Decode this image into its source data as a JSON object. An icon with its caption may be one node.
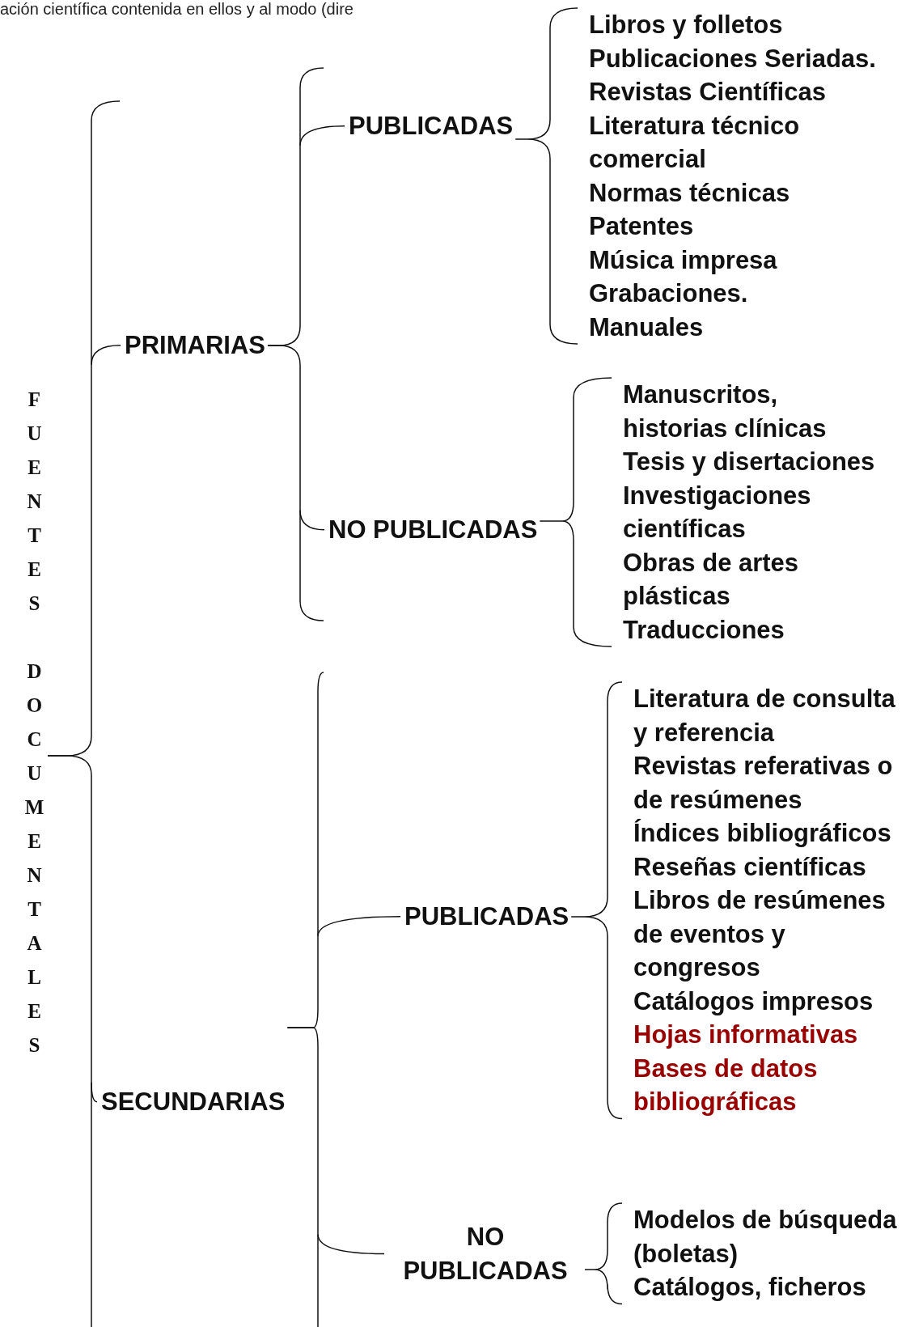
{
  "diagram": {
    "nodes": [
      {
        "text": [
          "FUENTES DOCUMENTALES"
        ]
      },
      {
        "text": [
          "PRIMARIAS"
        ]
      },
      {
        "text": [
          "PUBLICADAS"
        ]
      },
      {
        "text": [
          "Libros y folletos",
          "Publicaciones Seriadas.",
          "Revistas Científicas",
          "Literatura técnico comercial",
          "Normas técnicas",
          "Patentes",
          "Música impresa",
          "Grabaciones.",
          "Manuales"
        ]
      },
      {
        "text": [
          "NO PUBLICADAS"
        ]
      },
      {
        "text": [
          "Manuscritos, historias clínicas",
          "Tesis y disertaciones",
          "Investigaciones científicas",
          "Obras de artes plásticas",
          "Traducciones"
        ]
      },
      {
        "text": [
          "SECUNDARIAS"
        ]
      },
      {
        "text": [
          "PUBLICADAS"
        ]
      },
      {
        "text": [
          "Literatura de consulta y referencia",
          "Revistas referativas o de resúmenes",
          "Índices bibliográficos",
          "Reseñas científicas",
          "Libros de resúmenes de eventos y congresos",
          "Catálogos impresos",
          "Hojas informativas",
          "Bases de datos bibliográficas"
        ]
      },
      {
        "text": [
          "NO PUBLICADAS"
        ]
      },
      {
        "text": [
          "Modelos de búsqueda (boletas)",
          "Catálogos, ficheros"
        ]
      }
    ],
    "edges": [
      {
        "from": 0,
        "to": 1,
        "arrow": "none"
      },
      {
        "from": 0,
        "to": 6,
        "arrow": "none"
      },
      {
        "from": 1,
        "to": 2,
        "arrow": "none"
      },
      {
        "from": 1,
        "to": 4,
        "arrow": "none"
      },
      {
        "from": 2,
        "to": 3,
        "arrow": "none"
      },
      {
        "from": 4,
        "to": 5,
        "arrow": "none"
      },
      {
        "from": 6,
        "to": 7,
        "arrow": "none"
      },
      {
        "from": 6,
        "to": 9,
        "arrow": "none"
      },
      {
        "from": 7,
        "to": 8,
        "arrow": "none"
      },
      {
        "from": 9,
        "to": 10,
        "arrow": "none"
      }
    ],
    "labels": [
      "ación científica contenida en ellos y al modo (dire"
    ]
  }
}
